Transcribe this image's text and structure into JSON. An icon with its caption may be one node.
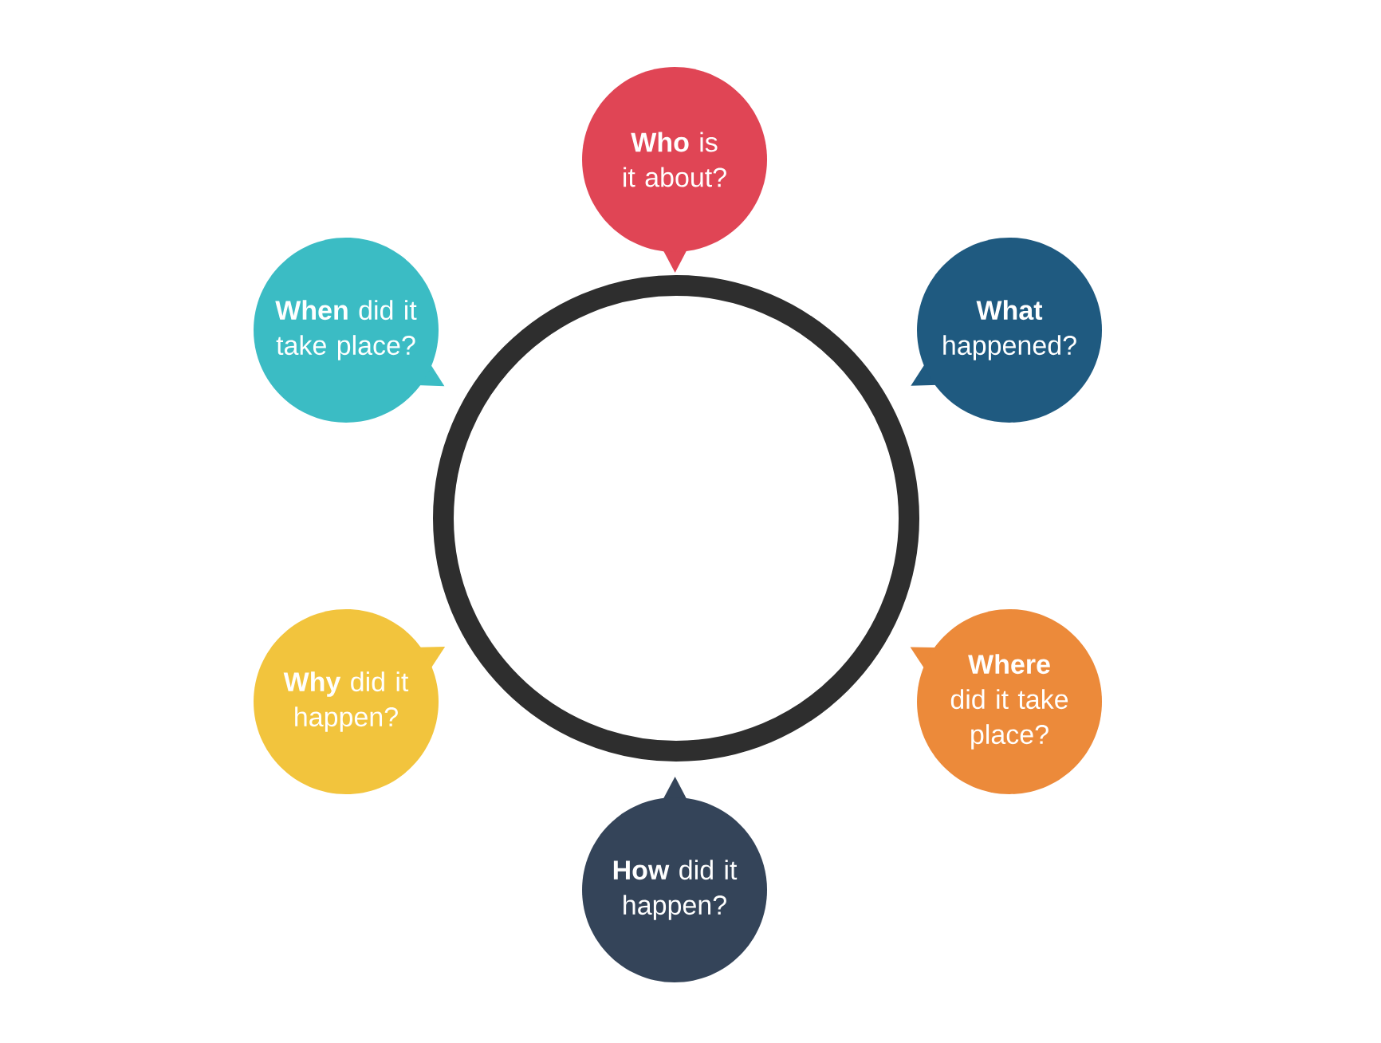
{
  "diagram": {
    "nodes": [
      {
        "text": [
          "**Who** is it about?"
        ]
      },
      {
        "text": [
          "**When** did it take place?"
        ]
      },
      {
        "text": [
          "**What** happened?"
        ]
      },
      {
        "text": [],
        "shape": "circle"
      },
      {
        "text": [
          "**Why** did it happen?"
        ]
      },
      {
        "text": [
          "**Where** did it take place?"
        ]
      },
      {
        "text": [
          "**How** did it happen?"
        ]
      }
    ]
  }
}
